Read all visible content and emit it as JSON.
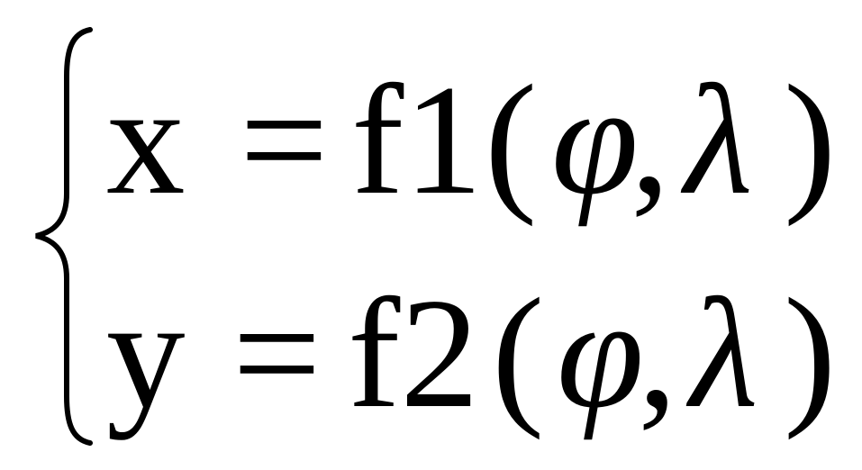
{
  "equations": [
    {
      "variable": "x",
      "equals": "=",
      "function": "f1",
      "open_paren": "(",
      "phi": "φ",
      "comma": ",",
      "lambda": "λ",
      "close_paren": ")"
    },
    {
      "variable": "y",
      "equals": "=",
      "function": "f2",
      "open_paren": "(",
      "phi": "φ",
      "comma": ",",
      "lambda": "λ",
      "close_paren": ")"
    }
  ],
  "brace": "left-curly-brace"
}
